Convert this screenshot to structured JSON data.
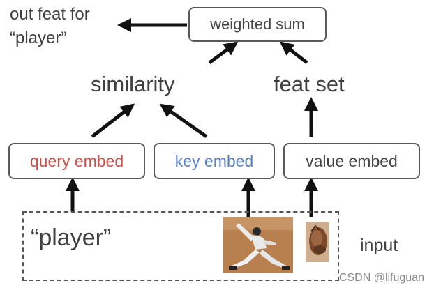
{
  "diagram": {
    "output_label": [
      "out feat for",
      "“player”"
    ],
    "weighted_sum": "weighted sum",
    "similarity": "similarity",
    "feat_set": "feat set",
    "query_embed": "query embed",
    "key_embed": "key embed",
    "value_embed": "value embed",
    "input_word": "“player”",
    "input_label": "input",
    "watermark": "CSDN @lifuguan"
  },
  "colors": {
    "query": "#d0504a",
    "key": "#5b83c4",
    "value": "#444444",
    "arrow": "#111111",
    "border": "#5a5a5a"
  }
}
